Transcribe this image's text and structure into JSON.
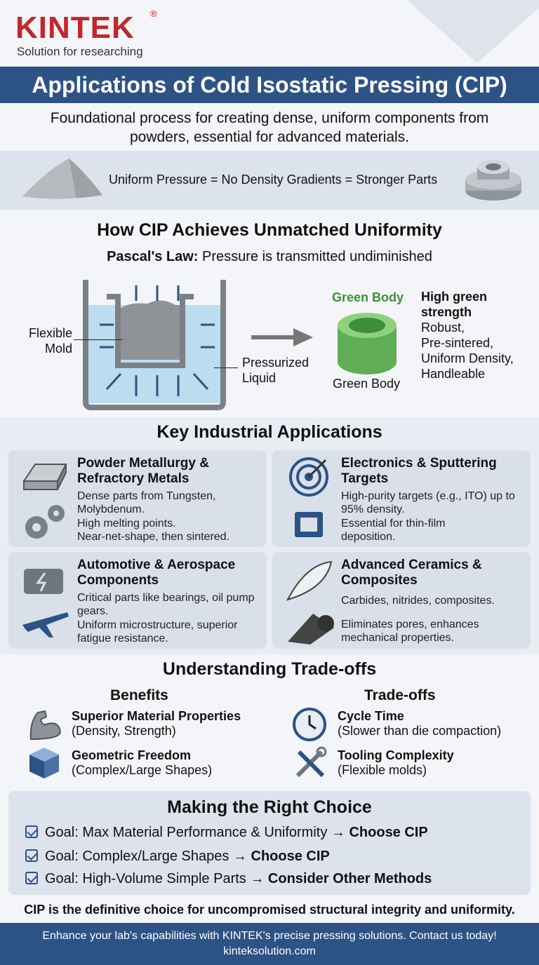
{
  "brand": {
    "name": "KINTEK",
    "registered": "®",
    "tagline": "Solution for researching",
    "color": "#c1272d"
  },
  "title": "Applications of Cold Isostatic Pressing (CIP)",
  "subtitle": "Foundational process for creating dense, uniform components from powders, essential for advanced materials.",
  "equation": "Uniform Pressure = No Density Gradients = Stronger Parts",
  "how": {
    "title": "How CIP Achieves Unmatched Uniformity",
    "pascal_bold": "Pascal's Law:",
    "pascal_text": " Pressure is transmitted undiminished",
    "label_mold_1": "Flexible",
    "label_mold_2": "Mold",
    "label_liquid_1": "Pressurized",
    "label_liquid_2": "Liquid",
    "green_top": "Green Body",
    "green_bottom": "Green Body",
    "strength_title": "High green strength",
    "strength_items": [
      "Robust,",
      "Pre-sintered,",
      "Uniform Density,",
      "Handleable"
    ]
  },
  "apps": {
    "title": "Key Industrial Applications",
    "cards": [
      {
        "title": "Powder Metallurgy & Refractory Metals",
        "lines": [
          "Dense parts from Tungsten, Molybdenum.",
          "High melting points.",
          "Near-net-shape, then sintered."
        ],
        "icons": [
          "metal-ingot-icon",
          "gears-icon"
        ]
      },
      {
        "title": "Electronics & Sputtering Targets",
        "lines": [
          "High-purity targets (e.g., ITO) up to 95% density.",
          "Essential for thin-film deposition."
        ],
        "icons": [
          "target-icon",
          "chip-icon"
        ]
      },
      {
        "title": "Automotive & Aerospace Components",
        "lines": [
          "Critical parts like bearings, oil pump gears.",
          "Uniform microstructure, superior fatigue resistance."
        ],
        "icons": [
          "engine-icon",
          "airplane-icon"
        ]
      },
      {
        "title": "Advanced Ceramics & Composites",
        "lines": [
          "Carbides, nitrides, composites.",
          "Eliminates pores, enhances mechanical properties."
        ],
        "icons": [
          "ceramic-blade-icon",
          "composite-roll-icon"
        ]
      }
    ]
  },
  "tradeoffs": {
    "title": "Understanding Trade-offs",
    "benefits_title": "Benefits",
    "tradeoffs_title": "Trade-offs",
    "benefits": [
      {
        "title": "Superior Material Properties",
        "detail": "(Density, Strength)"
      },
      {
        "title": "Geometric Freedom",
        "detail": "(Complex/Large Shapes)"
      }
    ],
    "tradeoffs": [
      {
        "title": "Cycle Time",
        "detail": "(Slower than die compaction)"
      },
      {
        "title": "Tooling Complexity",
        "detail": "(Flexible molds)"
      }
    ]
  },
  "choice": {
    "title": "Making the Right Choice",
    "goals": [
      {
        "text": "Goal: Max Material Performance & Uniformity → ",
        "bold": "Choose CIP"
      },
      {
        "text": "Goal: Complex/Large Shapes → ",
        "bold": "Choose CIP"
      },
      {
        "text": "Goal: High-Volume Simple Parts → ",
        "bold": "Consider Other Methods"
      }
    ]
  },
  "conclusion": "CIP is the definitive choice for uncompromised structural integrity and uniformity.",
  "footer": {
    "line1": "Enhance your lab's capabilities with KINTEK's precise pressing solutions. Contact us today!",
    "line2": "kinteksolution.com"
  },
  "colors": {
    "primary": "#2d5285",
    "green": "#3f8f3a",
    "liquid": "#bcdcf0"
  }
}
